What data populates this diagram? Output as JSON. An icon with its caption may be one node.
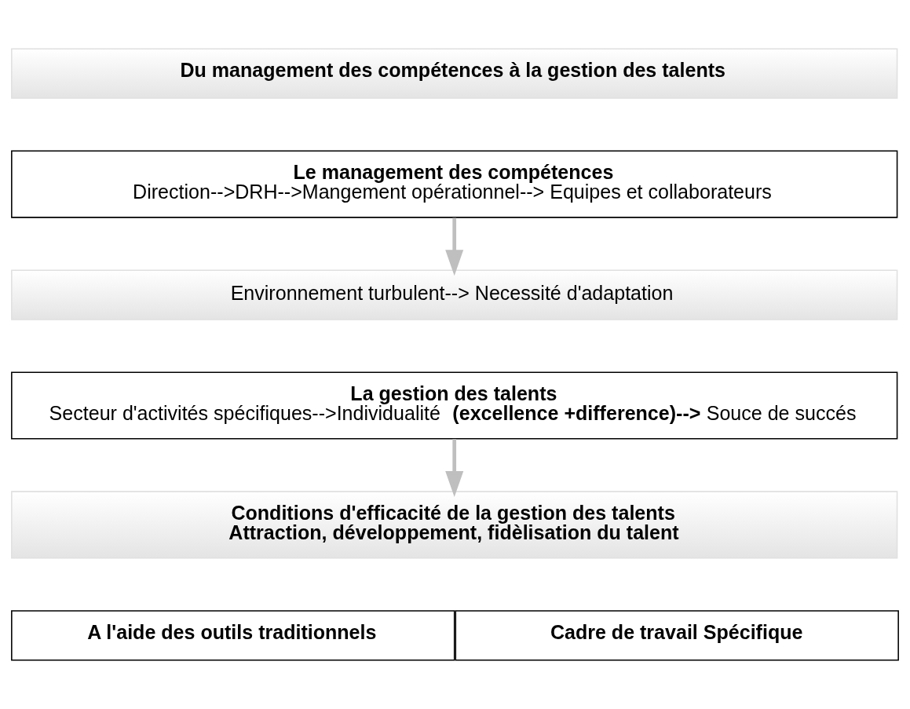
{
  "diagram": {
    "nodes": [
      {
        "text": [
          "Du management des compétences à la gestion des talents"
        ]
      },
      {
        "text": [
          "Le management des compétences",
          "Direction-->DRH-->Mangement opérationnel--> Equipes et collaborateurs"
        ]
      },
      {
        "text": [
          "Environnement turbulent--> Necessité d'adaptation"
        ]
      },
      {
        "text": [
          "La gestion des talents",
          "Secteur d'activités spécifiques-->Individualité **(excellence +difference)-->** Souce de succés"
        ]
      },
      {
        "text": [
          "Conditions d'efficacité de la gestion des talents",
          "Attraction, développement, fidèlisation du talent"
        ]
      },
      {
        "text": [
          "A l'aide des outils traditionnels"
        ]
      },
      {
        "text": [
          "Cadre de travail Spécifique"
        ]
      }
    ],
    "edges": [
      {
        "from": 1,
        "to": 2,
        "arrow": "to"
      },
      {
        "from": 3,
        "to": 4,
        "arrow": "to"
      }
    ]
  }
}
